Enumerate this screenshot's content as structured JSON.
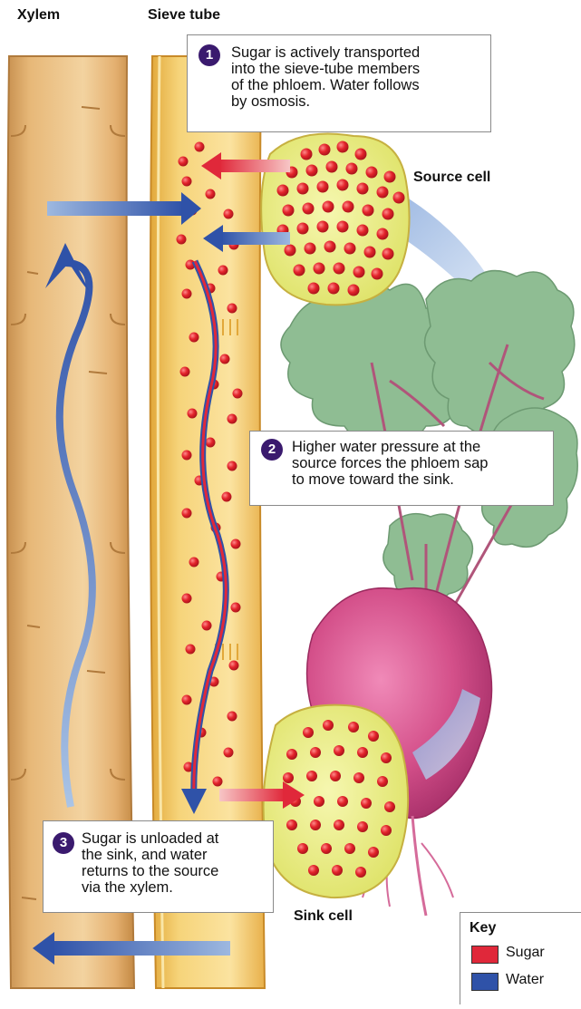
{
  "titles": {
    "xylem": "Xylem",
    "sieve_tube": "Sieve tube"
  },
  "steps": [
    {
      "number": "1",
      "text": "Sugar is actively transported\ninto the sieve-tube members\nof the phloem. Water follows\nby osmosis."
    },
    {
      "number": "2",
      "text": "Higher water pressure at the\nsource forces the phloem sap\nto move toward the sink."
    },
    {
      "number": "3",
      "text": "Sugar is unloaded at\nthe sink, and water\nreturns to the source\nvia the xylem."
    }
  ],
  "labels": {
    "source_cell": "Source cell",
    "sink_cell": "Sink cell"
  },
  "key": {
    "title": "Key",
    "items": [
      {
        "label": "Sugar",
        "color": "#e0283a"
      },
      {
        "label": "Water",
        "color": "#2f52a8"
      }
    ]
  },
  "colors": {
    "xylem": "#e8b878",
    "sieve_tube": "#f2c760",
    "cell_fill": "#eef08a",
    "sugar_dot": "#e3242b",
    "water_arrow": "#2f52a8",
    "leaf": "#8fbd93",
    "beet": "#d5588f",
    "callout_badge": "#3a1a6e"
  }
}
